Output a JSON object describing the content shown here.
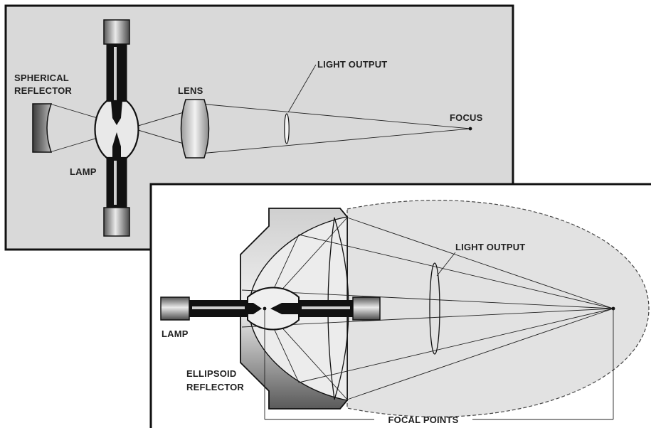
{
  "top_panel": {
    "spherical_reflector_line1": "SPHERICAL",
    "spherical_reflector_line2": "REFLECTOR",
    "lens": "LENS",
    "light_output": "LIGHT OUTPUT",
    "focus": "FOCUS",
    "lamp": "LAMP"
  },
  "bottom_panel": {
    "light_output": "LIGHT OUTPUT",
    "lamp": "LAMP",
    "ellipsoid_reflector_line1": "ELLIPSOID",
    "ellipsoid_reflector_line2": "REFLECTOR",
    "focal_points": "FOCAL POINTS"
  },
  "colors": {
    "panel_fill": "#d9d9d9",
    "ellipse_fill": "#e2e2e2",
    "outline": "#111111",
    "page_background": "#ffffff"
  }
}
